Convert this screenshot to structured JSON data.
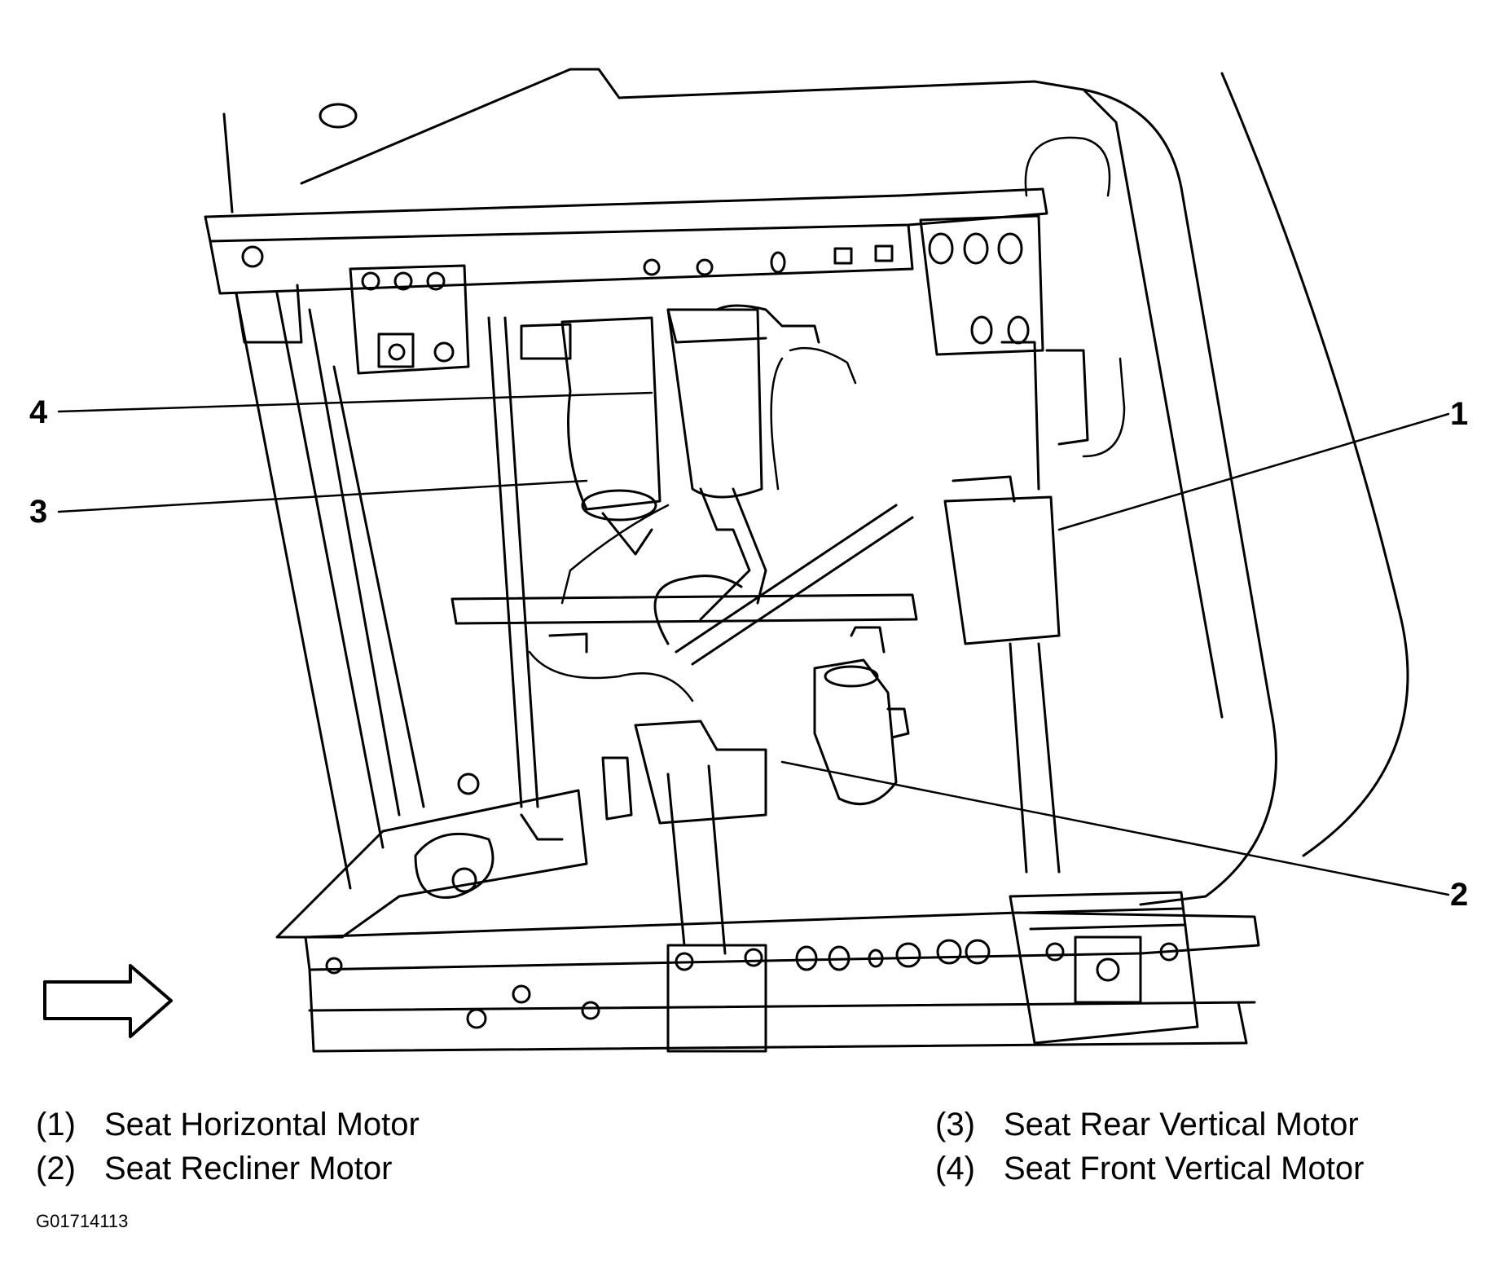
{
  "callouts": {
    "c1": "1",
    "c2": "2",
    "c3": "3",
    "c4": "4"
  },
  "legend": [
    {
      "num": "(1)",
      "label": "Seat Horizontal Motor"
    },
    {
      "num": "(2)",
      "label": "Seat Recliner Motor"
    },
    {
      "num": "(3)",
      "label": "Seat Rear Vertical Motor"
    },
    {
      "num": "(4)",
      "label": "Seat Front Vertical Motor"
    }
  ],
  "figure_id": "G01714113",
  "colors": {
    "line": "#000000",
    "background": "#ffffff"
  },
  "icons": {
    "direction_arrow": "arrow-right-outline-icon"
  }
}
